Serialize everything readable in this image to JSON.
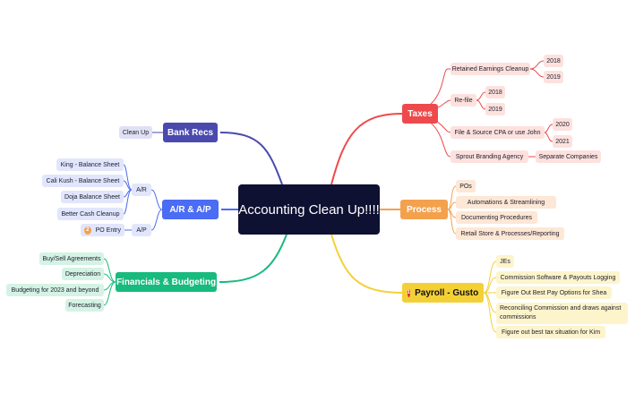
{
  "central": {
    "title": "Accounting Clean Up!!!!"
  },
  "colors": {
    "central_bg": "#0f1132",
    "taxes": "#ee4a4c",
    "process": "#f4a14d",
    "payroll": "#f4d037",
    "bank_recs": "#4a4aae",
    "ar_ap": "#4b6cf4",
    "financials": "#18ba7d"
  },
  "taxes": {
    "label": "Taxes",
    "retained": {
      "label": "Retained Earnings Cleanup",
      "years": [
        "2018",
        "2019"
      ]
    },
    "refile": {
      "label": "Re-file",
      "years": [
        "2018",
        "2019"
      ]
    },
    "file_source": {
      "label": "File & Source CPA or use John",
      "years": [
        "2020",
        "2021"
      ]
    },
    "sprout": {
      "label": "Sprout Branding Agency",
      "child": "Separate Companies"
    }
  },
  "process": {
    "label": "Process",
    "items": [
      "POs",
      "Automations & Streamlining",
      "Documenting Procedures",
      "Retail Store & Processes/Reporting"
    ]
  },
  "payroll": {
    "label": "Payroll - Gusto",
    "badge": "1",
    "items": [
      "JEs",
      "Commission Software & Payouts Logging",
      "Figure Out Best Pay Options for Shea",
      "Reconciling Commission and draws against commissions",
      "Figure out best tax situation for Kim"
    ]
  },
  "bank_recs": {
    "label": "Bank Recs",
    "items": [
      "Clean Up"
    ]
  },
  "ar_ap": {
    "label": "A/R & A/P",
    "ar": {
      "label": "A/R",
      "items": [
        "King - Balance Sheet",
        "Cali Kush - Balance Sheet",
        "Doja Balance Sheet",
        "Better Cash Cleanup"
      ]
    },
    "ap": {
      "label": "A/P",
      "items": [
        "PO Entry"
      ],
      "badge": "2"
    }
  },
  "financials": {
    "label": "Financials & Budgeting",
    "items": [
      "Buy/Sell Agreements",
      "Depreciation",
      "Budgeting for 2023 and beyond",
      "Forecasting"
    ]
  }
}
